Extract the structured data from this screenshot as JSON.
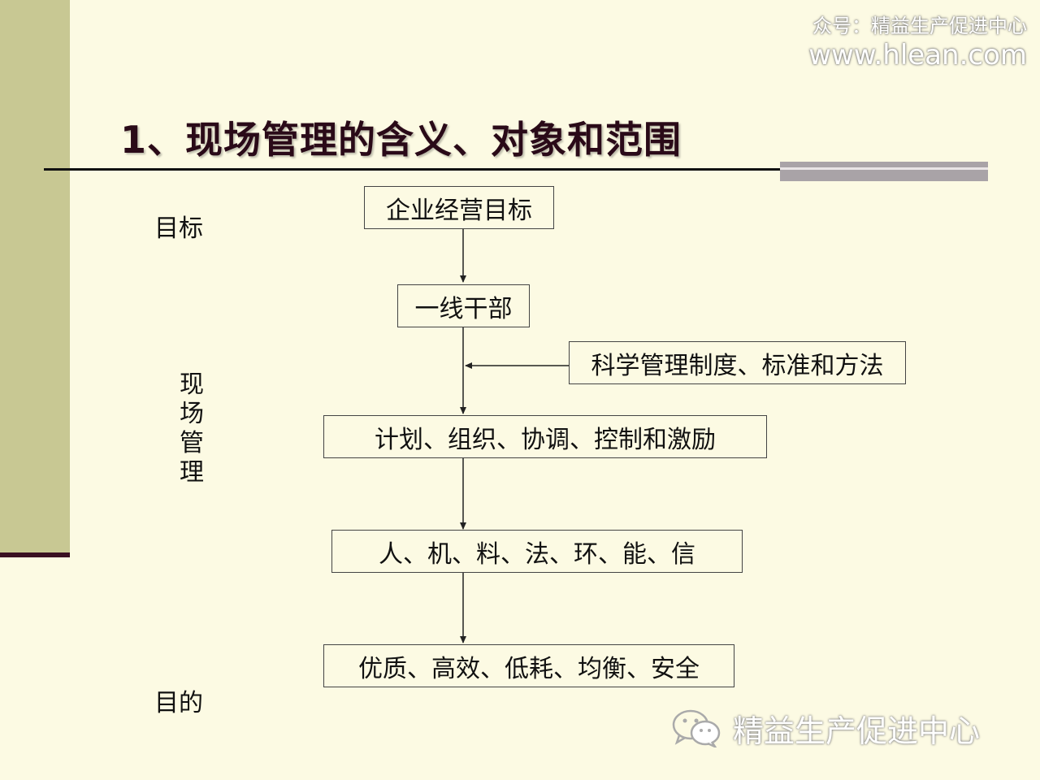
{
  "watermark": {
    "account": "众号：精益生产促进中心",
    "url": "www.hlean.com",
    "brand": "精益生产促进中心",
    "icon": "wechat-icon"
  },
  "title": "1、现场管理的含义、对象和范围",
  "labels": {
    "goal": "目标",
    "site_management": "现场管理",
    "purpose": "目的"
  },
  "flow": {
    "step1": "企业经营目标",
    "step2": "一线干部",
    "input": "科学管理制度、标准和方法",
    "step3": "计划、组织、协调、控制和激励",
    "step4": "人、机、料、法、环、能、信",
    "step5": "优质、高效、低耗、均衡、安全"
  },
  "colors": {
    "background": "#fcfae3",
    "left_band": "#c8c893",
    "title": "#2a0a18"
  }
}
